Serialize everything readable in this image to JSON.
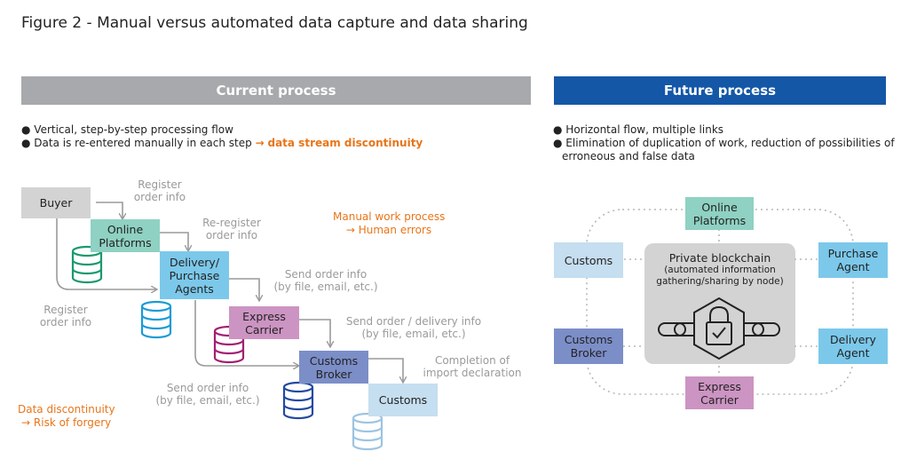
{
  "title": "Figure 2 - Manual versus automated data capture and data sharing",
  "current": {
    "header": "Current process",
    "bullets": [
      "Vertical, step-by-step processing flow",
      "Data is re-entered manually in each step"
    ],
    "highlight": "data stream discontinuity",
    "boxes": {
      "buyer": "Buyer",
      "online_platforms": "Online\nPlatforms",
      "delivery_purchase_agents": "Delivery/\nPurchase\nAgents",
      "express_carrier": "Express\nCarrier",
      "customs_broker": "Customs\nBroker",
      "customs": "Customs"
    },
    "labels": {
      "register_order_info": "Register\norder info",
      "re_register_order_info": "Re-register\norder info",
      "send_order_info_1": "Send order info\n(by file, email, etc.)",
      "register_order_info_left": "Register\norder info",
      "send_order_delivery_info": "Send order / delivery info\n(by file, email, etc.)",
      "completion_import_declaration": "Completion of\nimport declaration",
      "send_order_info_2": "Send order info\n(by file, email, etc.)"
    },
    "manual_work": "Manual work process",
    "human_errors": "Human errors",
    "data_discontinuity": "Data discontinuity",
    "risk_of_forgery": "Risk of forgery",
    "colors": {
      "buyer": "#d3d3d3",
      "online_platforms": "#8fd1c2",
      "delivery_purchase_agents": "#7cc8ea",
      "express_carrier": "#cc94c2",
      "customs_broker": "#7c8ec8",
      "customs": "#c5def0"
    }
  },
  "future": {
    "header": "Future process",
    "bullets": [
      "Horizontal flow, multiple links",
      "Elimination of duplication of work, reduction of possibilities of",
      "erroneous and false data"
    ],
    "boxes": {
      "online_platforms": "Online\nPlatforms",
      "customs": "Customs",
      "purchase_agent": "Purchase\nAgent",
      "customs_broker": "Customs\nBroker",
      "delivery_agent": "Delivery\nAgent",
      "express_carrier": "Express\nCarrier"
    },
    "blockchain": {
      "title": "Private blockchain",
      "subtitle": "(automated information\ngathering/sharing by node)"
    },
    "colors": {
      "online_platforms": "#8fd1c2",
      "customs": "#c5def0",
      "purchase_agent": "#7cc8ea",
      "customs_broker": "#7c8ec8",
      "delivery_agent": "#7cc8ea",
      "express_carrier": "#cc94c2",
      "blockchain": "#d3d3d3"
    }
  }
}
